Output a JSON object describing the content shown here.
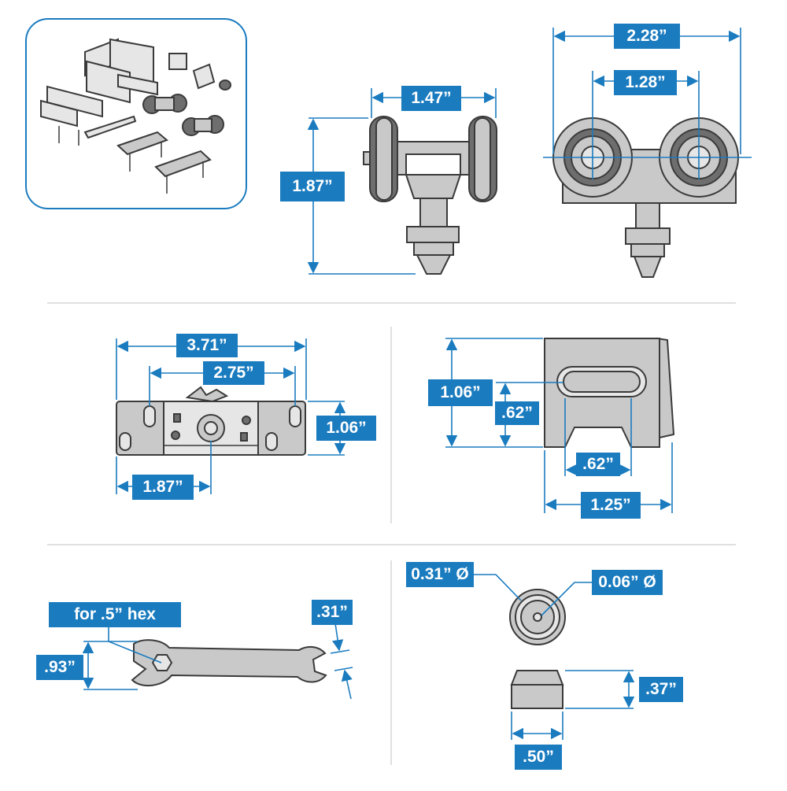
{
  "colors": {
    "accent": "#1a7bbf",
    "part_fill": "#c9c9c9",
    "part_stroke": "#3a3a3a"
  },
  "dimensions": {
    "roller_side_width": "1.47”",
    "roller_side_height": "1.87”",
    "roller_front_overall": "2.28”",
    "roller_front_wheel_spacing": "1.28”",
    "plate_length": "3.71”",
    "plate_slot_spacing": "2.75”",
    "plate_height": "1.06”",
    "plate_center_offset": "1.87”",
    "bracket_height": "1.06”",
    "bracket_slot_height": ".62”",
    "bracket_inner_width": ".62”",
    "bracket_width": "1.25”",
    "wrench_hex": "for .5” hex",
    "wrench_height": ".93”",
    "wrench_jaw": ".31”",
    "stop_outer_diameter": "0.31” Ø",
    "stop_inner_diameter": "0.06” Ø",
    "stop_height": ".37”",
    "stop_width": ".50”"
  }
}
